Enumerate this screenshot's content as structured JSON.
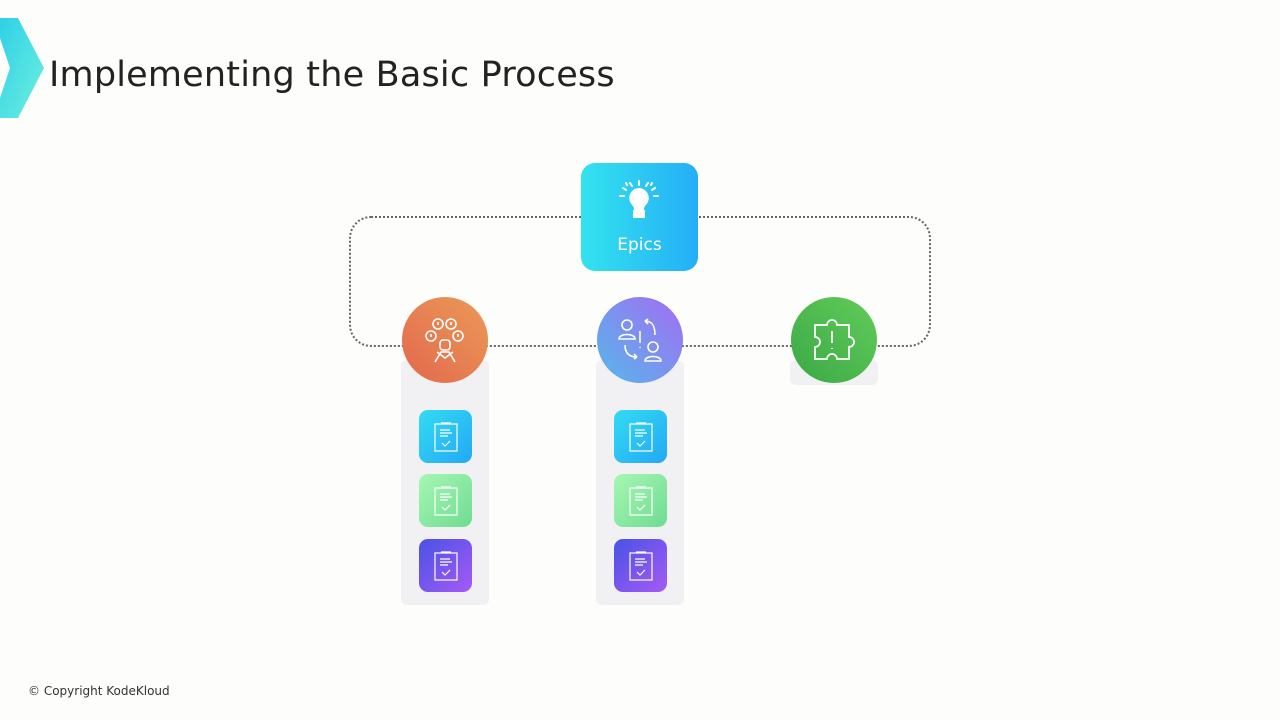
{
  "header": {
    "title": "Implementing the Basic Process"
  },
  "diagram": {
    "epic": {
      "label": "Epics",
      "icon": "lightbulb-icon"
    },
    "features": [
      {
        "icon": "people-feedback-icon",
        "color": "#e8784f",
        "tasks": 3
      },
      {
        "icon": "user-exchange-icon",
        "color": "#8a7ff0",
        "tasks": 3
      },
      {
        "icon": "puzzle-alert-icon",
        "color": "#4fbf52",
        "tasks": 0
      }
    ]
  },
  "footer": {
    "copyright": "© Copyright KodeKloud"
  }
}
